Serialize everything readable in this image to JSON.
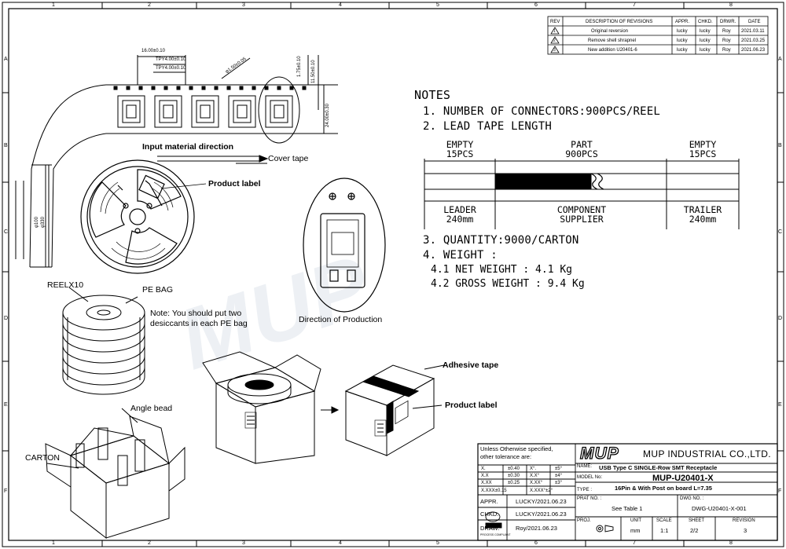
{
  "zones": {
    "top": [
      "1",
      "2",
      "3",
      "4",
      "5",
      "6",
      "7",
      "8"
    ],
    "side": [
      "A",
      "B",
      "C",
      "D",
      "E",
      "F"
    ]
  },
  "revisions": {
    "headers": [
      "REV",
      "DESCRIPTION OF REVISIONS",
      "APPR.",
      "CHKD.",
      "DRWR.",
      "DATE"
    ],
    "rows": [
      {
        "rev": "1",
        "desc": "Original reversion",
        "appr": "lucky",
        "chkd": "lucky",
        "drwr": "Roy",
        "date": "2021.03.11"
      },
      {
        "rev": "2",
        "desc": "Remove shell shrapnel",
        "appr": "lucky",
        "chkd": "lucky",
        "drwr": "Roy",
        "date": "2021.03.25"
      },
      {
        "rev": "3",
        "desc": "New addition U20401-6",
        "appr": "lucky",
        "chkd": "lucky",
        "drwr": "Roy",
        "date": "2021.06.23"
      }
    ]
  },
  "tape_dims": {
    "pitch_total": "16.00±0.10",
    "pitch_a": "TPY4.00±0.10",
    "pitch_b": "TPY4.00±0.10",
    "hole": "φ1.50±0.05",
    "edge": "1.75±0.10",
    "row": "11.50±0.10",
    "width": "24.00±0.30"
  },
  "reel_dims": {
    "d1": "φ100",
    "d2": "φ330"
  },
  "labels": {
    "input_direction": "Input material direction",
    "cover_tape": "Cover tape",
    "product_label_reel": "Product label",
    "direction_production": "Direction of Production",
    "reelx10": "REELX10",
    "pe_bag": "PE BAG",
    "note_desiccant_1": "Note: You should put two",
    "note_desiccant_2": "desiccants in each PE bag",
    "angle_bead": "Angle bead",
    "carton": "CARTON",
    "adhesive_tape": "Adhesive tape",
    "product_label_box": "Product label"
  },
  "notes": {
    "title": "NOTES",
    "n1": "1. NUMBER OF CONNECTORS:900PCS/REEL",
    "n2": "2. LEAD TAPE LENGTH",
    "n3": "3. QUANTITY:9000/CARTON",
    "n4": "4. WEIGHT :",
    "n41": "4.1 NET WEIGHT : 4.1  Kg",
    "n42": "4.2 GROSS WEIGHT : 9.4  Kg"
  },
  "tape_diagram": {
    "empty_left_1": "EMPTY",
    "empty_left_2": "15PCS",
    "part_1": "PART",
    "part_2": "900PCS",
    "empty_right_1": "EMPTY",
    "empty_right_2": "15PCS",
    "leader_1": "LEADER",
    "leader_2": "240mm",
    "component_1": "COMPONENT",
    "component_2": "SUPPLIER",
    "trailer_1": "TRAILER",
    "trailer_2": "240mm"
  },
  "watermark": "MUP",
  "title_block": {
    "tolerance_1": "Unless Otherwise specified,",
    "tolerance_2": "other tolerance are:",
    "tol": [
      [
        "X.",
        "±0.40",
        "X°.",
        "±5°"
      ],
      [
        "X.X",
        "±0.30",
        "X.X°",
        "±4°"
      ],
      [
        "X.XX",
        "±0.25",
        "X.XX°",
        "±3°"
      ],
      [
        "X.XXX±0.15",
        "",
        "X.XXX°±2°",
        ""
      ]
    ],
    "appr_label": "APPR.",
    "appr_value": "LUCKY/2021.06.23",
    "chkd_label": "CHKD.",
    "chkd_value": "LUCKY/2021.06.23",
    "draw_label": "DRAW.",
    "draw_value": "Roy/2021.06.23",
    "logo": "MUP",
    "company": "MUP INDUSTRIAL CO.,LTD.",
    "name_label": "NAME:",
    "name_value": "USB Type C SINGLE-Row SMT Receptacle",
    "model_label": "MODEL No:",
    "model_value": "MUP-U20401-X",
    "type_label": "TYPE :",
    "type_value": "16Pin & With Post on board  L=7.35",
    "prat_label": "PRAT NO. :",
    "prat_value": "See Table  1",
    "dwg_label": "DWG NO. :",
    "dwg_value": "DWG-U20401-X-001",
    "proj_label": "PROJ.",
    "unit_label": "UNIT",
    "unit_value": "mm",
    "scale_label": "SCALE",
    "scale_value": "1:1",
    "sheet_label": "SHEET",
    "sheet_value": "2/2",
    "revision_label": "REVISION",
    "revision_value": "3",
    "rohs": "PROCESS COMPLIANT"
  }
}
